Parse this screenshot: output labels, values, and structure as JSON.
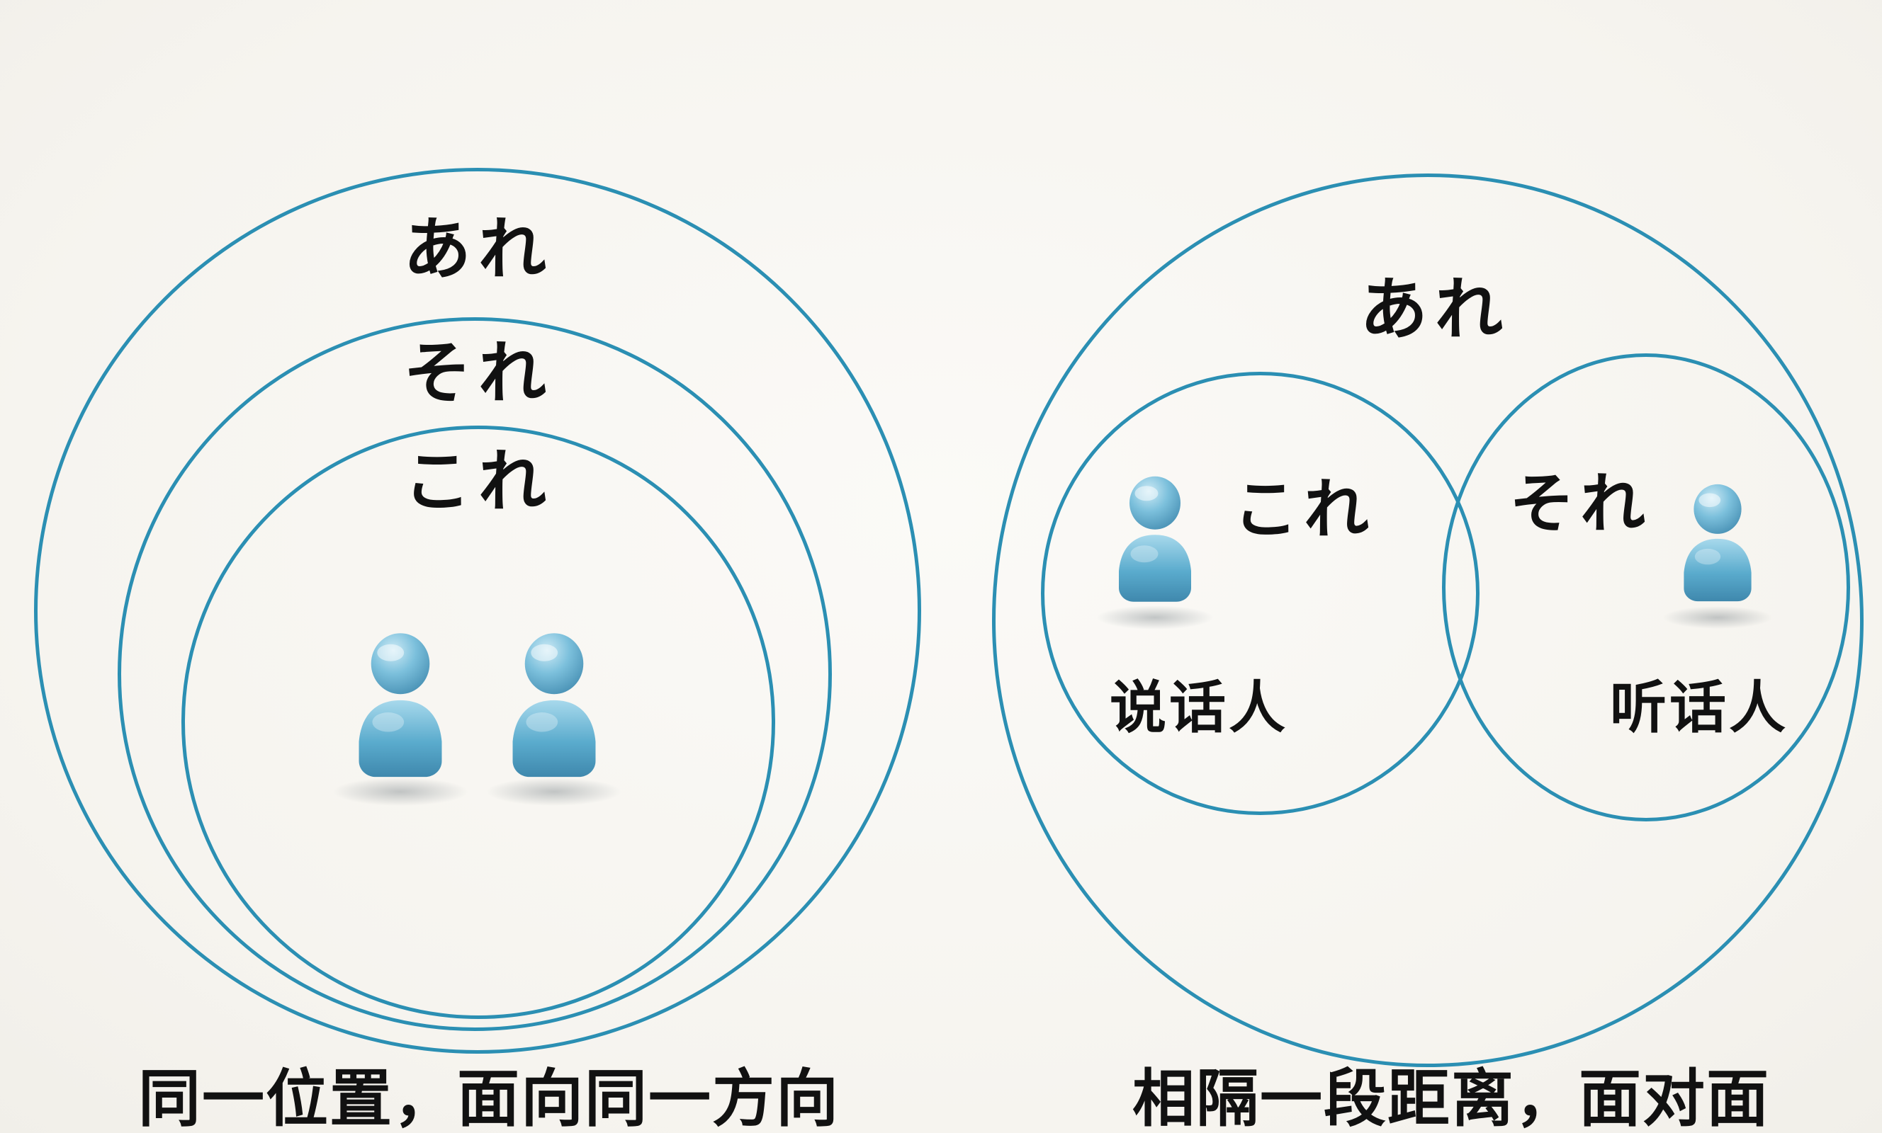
{
  "colors": {
    "background": "#f7f6f2",
    "circle_stroke": "#2b8fb3",
    "text": "#111111",
    "person_blue_light": "#cdeaf5",
    "person_blue_mid": "#6ab5d6",
    "person_blue_dark": "#3f88ad"
  },
  "icons": {
    "person": "person-icon"
  },
  "left_diagram": {
    "ring_labels": {
      "outer": "あれ",
      "middle": "それ",
      "inner": "これ"
    },
    "caption": "同一位置，面向同一方向"
  },
  "right_diagram": {
    "outer_label": "あれ",
    "speaker_circle": {
      "label": "これ",
      "role": "说话人"
    },
    "listener_circle": {
      "label": "それ",
      "role": "听话人"
    },
    "caption": "相隔一段距离，面对面"
  }
}
